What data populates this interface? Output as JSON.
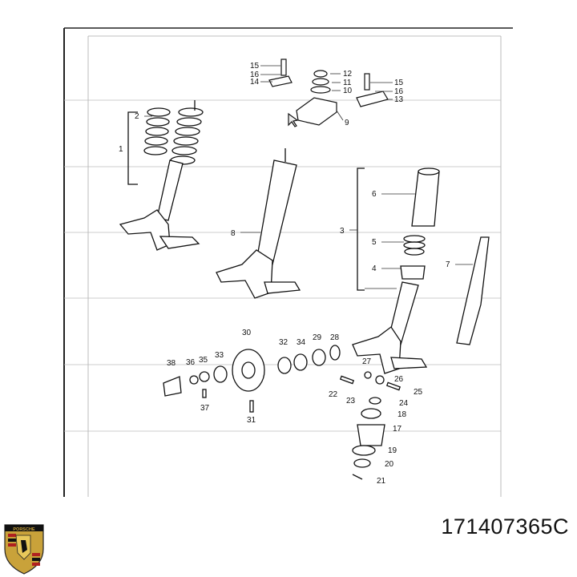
{
  "part_number": "171407365C",
  "brand_logo": {
    "icon": "porsche-crest-icon",
    "text": "PORSCHE"
  },
  "callouts": [
    {
      "id": "c1",
      "text": "1"
    },
    {
      "id": "c2",
      "text": "2"
    },
    {
      "id": "c3",
      "text": "3"
    },
    {
      "id": "c4",
      "text": "4"
    },
    {
      "id": "c5",
      "text": "5"
    },
    {
      "id": "c6",
      "text": "6"
    },
    {
      "id": "c7",
      "text": "7"
    },
    {
      "id": "c8",
      "text": "8"
    },
    {
      "id": "c9",
      "text": "9"
    },
    {
      "id": "c10",
      "text": "10"
    },
    {
      "id": "c11",
      "text": "11"
    },
    {
      "id": "c12",
      "text": "12"
    },
    {
      "id": "c13",
      "text": "13"
    },
    {
      "id": "c14",
      "text": "14"
    },
    {
      "id": "c15a",
      "text": "15"
    },
    {
      "id": "c15b",
      "text": "15"
    },
    {
      "id": "c16a",
      "text": "16"
    },
    {
      "id": "c16b",
      "text": "16"
    },
    {
      "id": "c17",
      "text": "17"
    },
    {
      "id": "c18",
      "text": "18"
    },
    {
      "id": "c19",
      "text": "19"
    },
    {
      "id": "c20",
      "text": "20"
    },
    {
      "id": "c21",
      "text": "21"
    },
    {
      "id": "c22",
      "text": "22"
    },
    {
      "id": "c23",
      "text": "23"
    },
    {
      "id": "c24",
      "text": "24"
    },
    {
      "id": "c25",
      "text": "25"
    },
    {
      "id": "c26",
      "text": "26"
    },
    {
      "id": "c27",
      "text": "27"
    },
    {
      "id": "c28",
      "text": "28"
    },
    {
      "id": "c29",
      "text": "29"
    },
    {
      "id": "c30",
      "text": "30"
    },
    {
      "id": "c31",
      "text": "31"
    },
    {
      "id": "c32",
      "text": "32"
    },
    {
      "id": "c33",
      "text": "33"
    },
    {
      "id": "c34",
      "text": "34"
    },
    {
      "id": "c35",
      "text": "35"
    },
    {
      "id": "c36",
      "text": "36"
    },
    {
      "id": "c37",
      "text": "37"
    },
    {
      "id": "c38",
      "text": "38"
    }
  ]
}
